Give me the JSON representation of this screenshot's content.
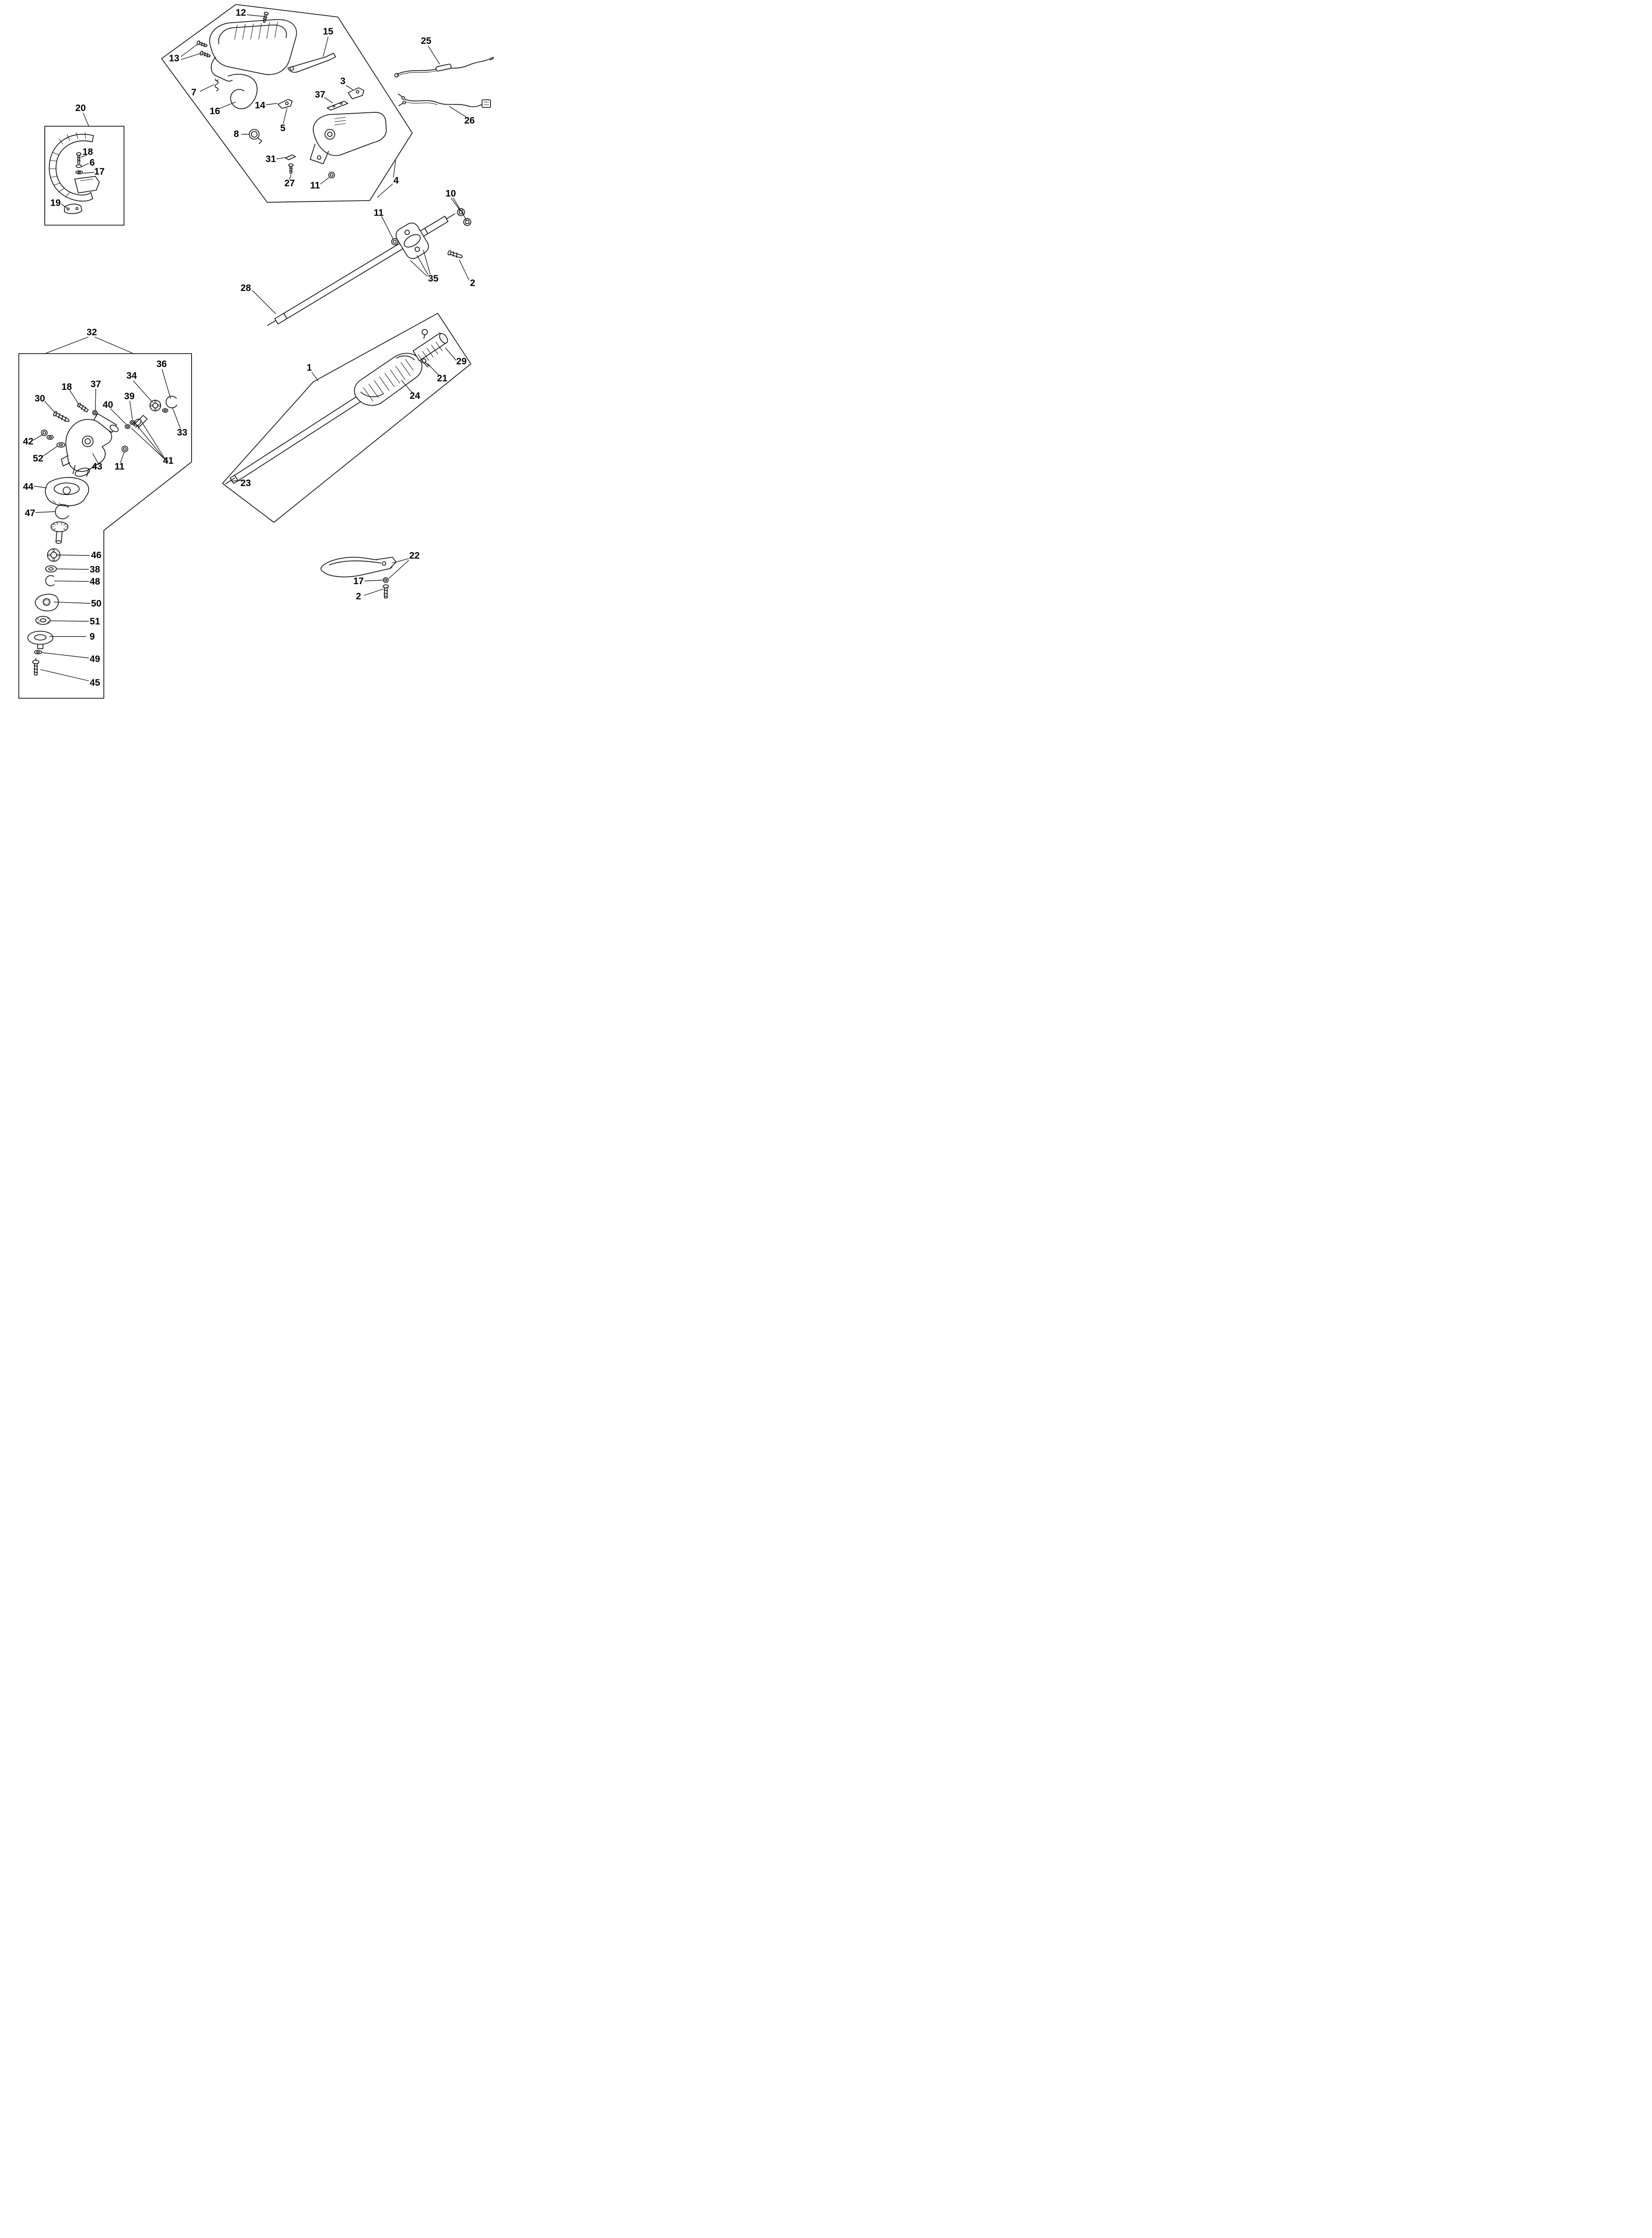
{
  "colors": {
    "ink": "#1a1a1a",
    "background": "#ffffff"
  },
  "labels": {
    "l12": "12",
    "l13": "13",
    "l15": "15",
    "l25": "25",
    "l7": "7",
    "l16": "16",
    "l14": "14",
    "l5": "5",
    "l3": "3",
    "l37a": "37",
    "l26": "26",
    "l20": "20",
    "l18a": "18",
    "l6": "6",
    "l17a": "17",
    "l19": "19",
    "l8": "8",
    "l31": "31",
    "l27": "27",
    "l11a": "11",
    "l4": "4",
    "l10": "10",
    "l11b": "11",
    "l2a": "2",
    "l35": "35",
    "l28": "28",
    "l32": "32",
    "l36": "36",
    "l34": "34",
    "l18b": "18",
    "l37b": "37",
    "l39": "39",
    "l40": "40",
    "l30": "30",
    "l1": "1",
    "l29": "29",
    "l21": "21",
    "l24": "24",
    "l42": "42",
    "l33": "33",
    "l52": "52",
    "l43": "43",
    "l11c": "11",
    "l41": "41",
    "l44": "44",
    "l23": "23",
    "l47": "47",
    "l46": "46",
    "l38": "38",
    "l48": "48",
    "l22": "22",
    "l17b": "17",
    "l2b": "2",
    "l50": "50",
    "l51": "51",
    "l9": "9",
    "l49": "49",
    "l45": "45"
  }
}
